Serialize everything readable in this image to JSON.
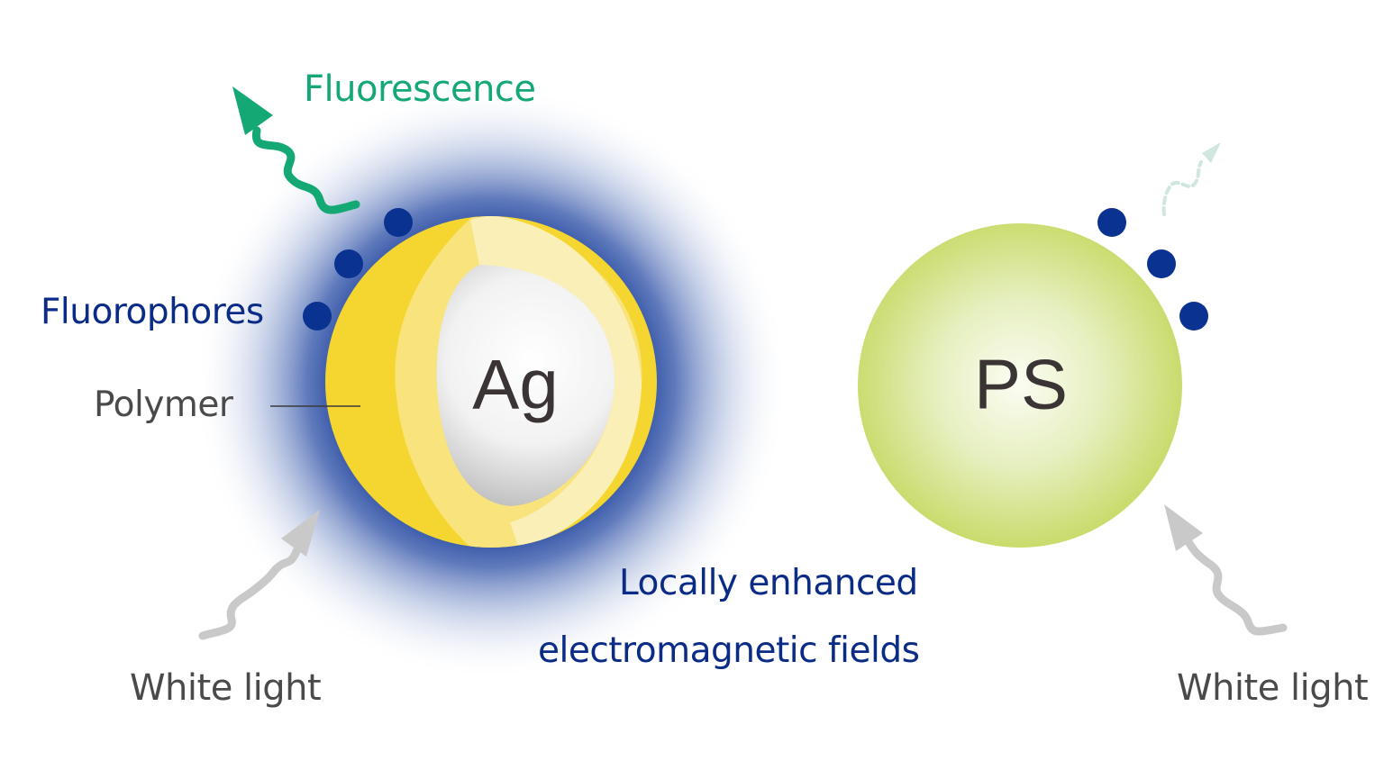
{
  "colors": {
    "fluorescence_green": "#14a974",
    "fluorophore_blue": "#0a3290",
    "label_blue": "#0a2b86",
    "label_gray": "#4a4a4a",
    "polymer_yellow": "#f5d630",
    "polymer_light": "#f9e37c",
    "polymer_lighter": "#fbefb8",
    "field_glow_blue": "#3a5aa8",
    "ps_green": "#c8db6a",
    "light_arrow_gray": "#c9c9c9",
    "faint_arrow_green": "#cfe7dc",
    "core_text": "#3a3434"
  },
  "left_particle": {
    "core_label": "Ag",
    "labels": {
      "fluorescence": "Fluorescence",
      "fluorophores": "Fluorophores",
      "polymer": "Polymer",
      "white_light": "White light",
      "field_line1": "Locally enhanced",
      "field_line2": "electromagnetic fields"
    },
    "fluorophore_count": 3
  },
  "right_particle": {
    "core_label": "PS",
    "labels": {
      "white_light": "White light"
    },
    "fluorophore_count": 3
  }
}
